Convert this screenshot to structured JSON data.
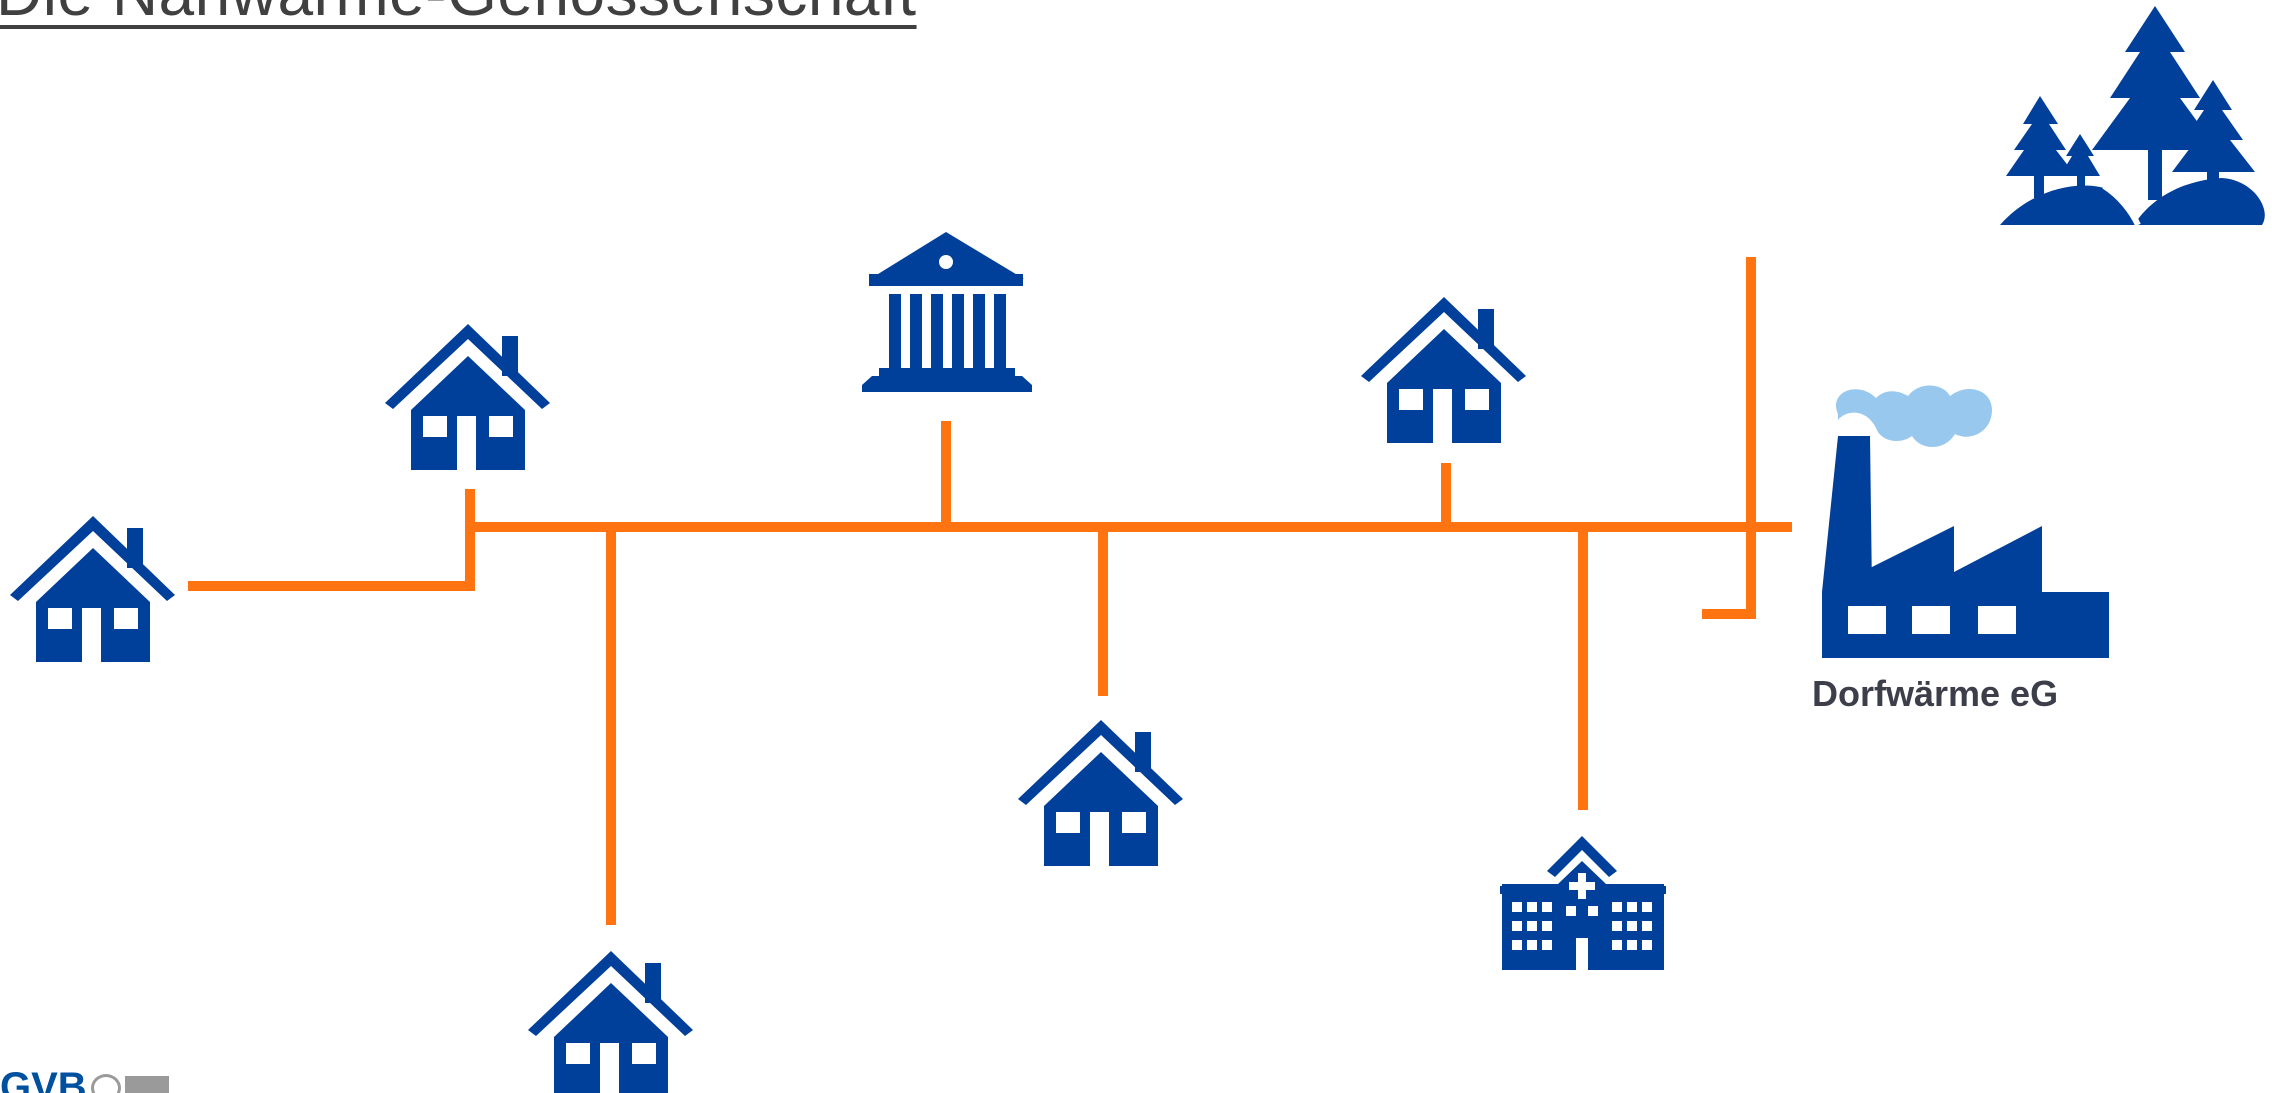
{
  "title": "Die Nahwärme-Genossenschaft",
  "plant_label": "Dorfwärme eG",
  "logo_text": "GVB",
  "colors": {
    "pipe": "#ff7410",
    "building": "#003f9a",
    "smoke": "#99c8ef",
    "label": "#3c3f4a"
  },
  "icons": [
    "house-icon",
    "town-hall-icon",
    "hospital-icon",
    "factory-icon",
    "forest-icon"
  ]
}
